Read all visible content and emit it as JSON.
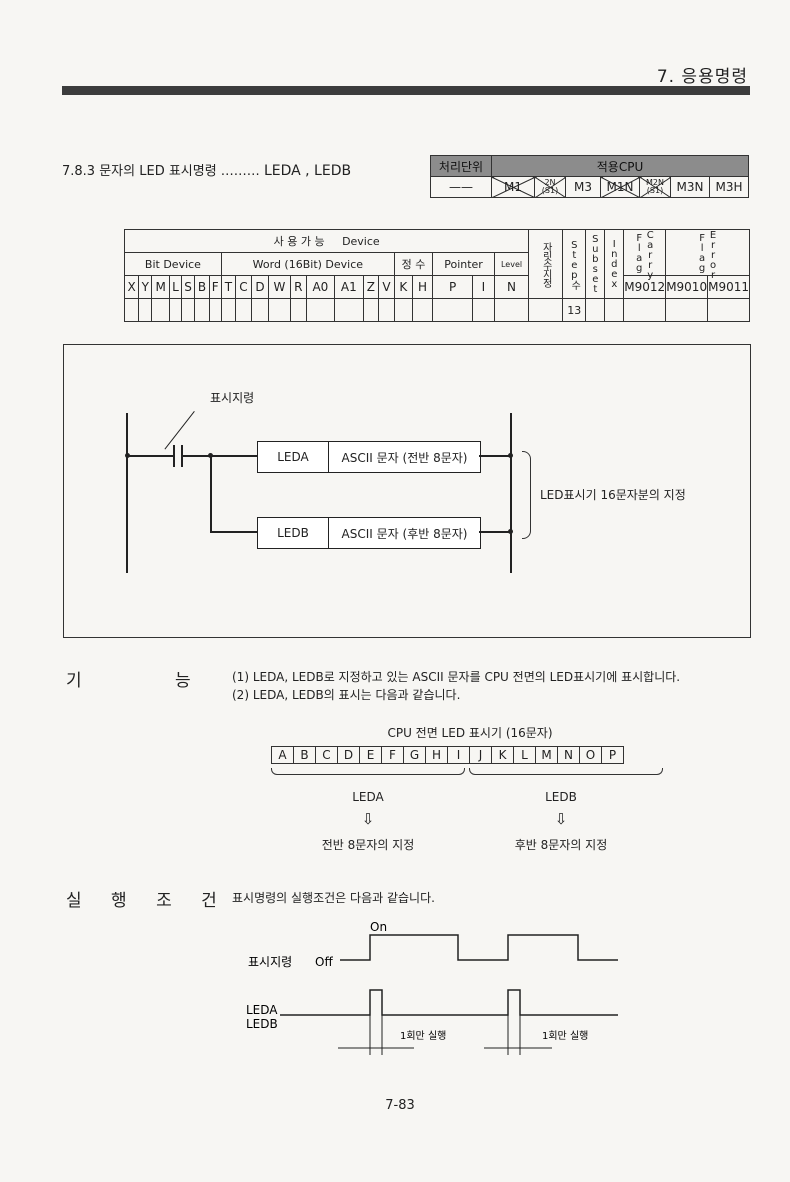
{
  "header": {
    "chapter": "7. 응용명령",
    "section_num": "7.8.3",
    "section_title": "문자의 LED 표시명령 ………",
    "commands": "LEDA , LEDB"
  },
  "unit_table": {
    "label_unit": "처리단위",
    "label_cpu": "적용CPU",
    "unit_value": "——",
    "cpus": [
      "M1",
      "2N (S1)",
      "M3",
      "M1N",
      "M2N (S1)",
      "M3N",
      "M3H"
    ],
    "crossed": [
      true,
      true,
      false,
      true,
      true,
      false,
      false
    ]
  },
  "device_table": {
    "usable": "사 용 가 능",
    "device": "Device",
    "bit_device": "Bit Device",
    "word_device": "Word (16Bit) Device",
    "const": "정  수",
    "pointer": "Pointer",
    "level": "Level",
    "step_count": "자릿수지정",
    "step": "Step수",
    "subset": "Subset",
    "index": "Index",
    "carry": "Carry Flag",
    "error": "Error Flag",
    "bit_cols": [
      "X",
      "Y",
      "M",
      "L",
      "S",
      "B",
      "F"
    ],
    "word_cols": [
      "T",
      "C",
      "D",
      "W",
      "R",
      "A0",
      "A1",
      "Z",
      "V"
    ],
    "const_cols": [
      "K",
      "H"
    ],
    "ptr_cols": [
      "P",
      "I"
    ],
    "level_cols": [
      "N"
    ],
    "flag_cols": [
      "M9012",
      "M9010",
      "M9011"
    ],
    "step_value": "13"
  },
  "ladder": {
    "contact_label": "표시지령",
    "leda": "LEDA",
    "ledb": "LEDB",
    "leda_op": "ASCII 문자 (전반 8문자)",
    "ledb_op": "ASCII 문자 (후반 8문자)",
    "note": "LED표시기 16문자분의 지정"
  },
  "function": {
    "heading": "기 능",
    "p1": "(1) LEDA, LEDB로 지정하고 있는 ASCII 문자를 CPU 전면의 LED표시기에 표시합니다.",
    "p2": "(2) LEDA, LEDB의 표시는 다음과 같습니다.",
    "led_title": "CPU 전면 LED 표시기 (16문자)",
    "led_chars": [
      "A",
      "B",
      "C",
      "D",
      "E",
      "F",
      "G",
      "H",
      "I",
      "J",
      "K",
      "L",
      "M",
      "N",
      "O",
      "P"
    ],
    "leda": "LEDA",
    "ledb": "LEDB",
    "arrow": "⇩",
    "front": "전반 8문자의 지정",
    "back": "후반 8문자의 지정"
  },
  "exec": {
    "heading": "실 행 조 건",
    "text": "표시명령의 실행조건은 다음과 같습니다.",
    "on": "On",
    "off": "Off",
    "sig1": "표시지령",
    "sig2a": "LEDA",
    "sig2b": "LEDB",
    "once1": "1회만 실행",
    "once2": "1회만 실행"
  },
  "page": "7-83"
}
